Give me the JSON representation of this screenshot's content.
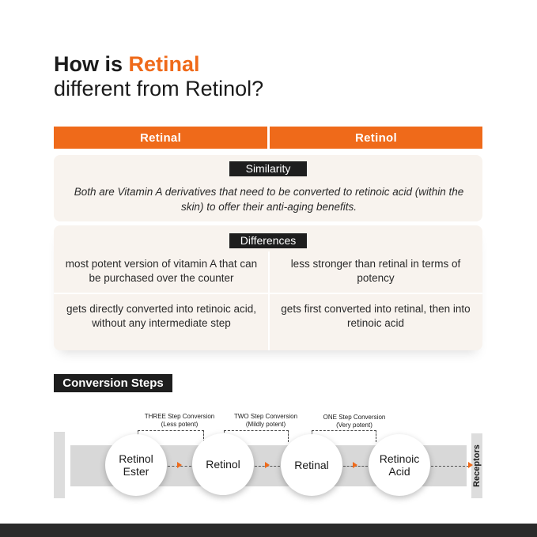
{
  "title": {
    "part1": "How is ",
    "accent": "Retinal",
    "line2": "different from Retinol?"
  },
  "columns": {
    "left": "Retinal",
    "right": "Retinol"
  },
  "similarity": {
    "label": "Similarity",
    "text": "Both are Vitamin A derivatives that need to be converted to retinoic acid (within the skin) to offer their anti-aging benefits."
  },
  "differences": {
    "label": "Differences",
    "rows": [
      {
        "retinal": "most potent version of vitamin A that can be purchased over the counter",
        "retinol": "less stronger than retinal in terms of potency"
      },
      {
        "retinal": "gets directly converted into retinoic acid, without any intermediate step",
        "retinol": "gets first converted into retinal, then into retinoic acid"
      }
    ]
  },
  "conversion": {
    "title": "Conversion Steps",
    "step_labels": [
      {
        "line1": "THREE Step Conversion",
        "line2": "(Less potent)"
      },
      {
        "line1": "TWO Step Conversion",
        "line2": "(Mildly potent)"
      },
      {
        "line1": "ONE Step Conversion",
        "line2": "(Very potent)"
      }
    ],
    "stages": [
      "Retinol Ester",
      "Retinol",
      "Retinal",
      "Retinoic Acid"
    ],
    "endpoint": "Receptors"
  },
  "colors": {
    "accent": "#ef6a1a",
    "dark": "#1e1e1e",
    "panel": "#f8f3ee"
  }
}
